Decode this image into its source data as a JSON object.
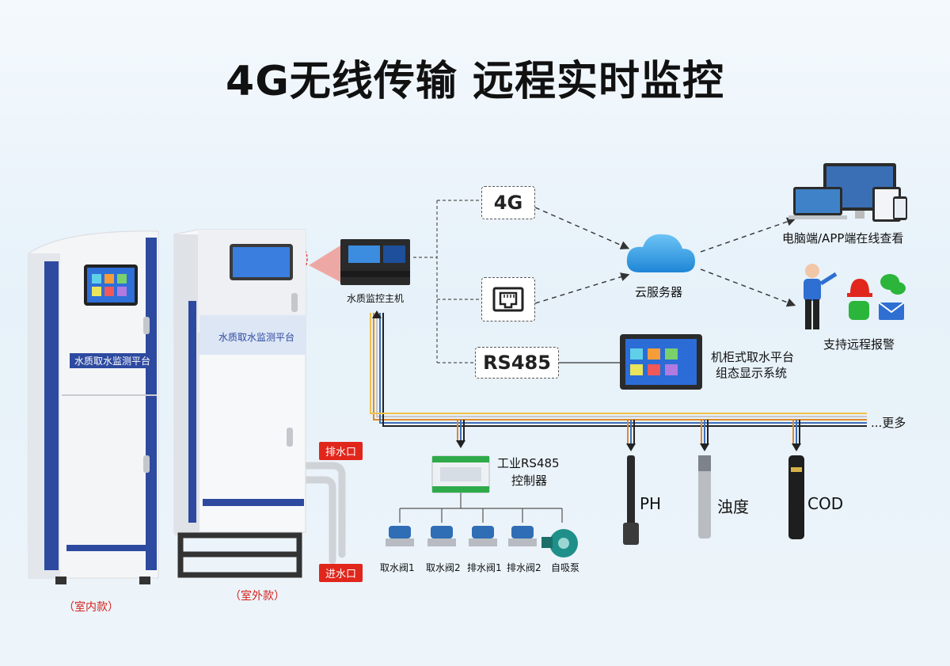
{
  "title": "4G无线传输 远程实时监控",
  "cabinets": {
    "indoor": {
      "panel_label": "水质取水监测平台",
      "caption": "（室内款）"
    },
    "outdoor": {
      "panel_label": "水质取水监测平台",
      "caption": "（室外款）"
    },
    "drain_tag": "排水口",
    "inlet_tag": "进水口"
  },
  "host": {
    "label": "水质监控主机"
  },
  "channels": {
    "net_4g": "4G",
    "rs485": "RS485"
  },
  "cloud": {
    "label": "云服务器"
  },
  "clients": {
    "pc_app": "电脑端/APP端在线查看",
    "alarm": "支持远程报警"
  },
  "display": {
    "label_line1": "机柜式取水平台",
    "label_line2": "组态显示系统"
  },
  "controller": {
    "label_line1": "工业RS485",
    "label_line2": "控制器"
  },
  "devices": [
    "取水阀1",
    "取水阀2",
    "排水阀1",
    "排水阀2",
    "自吸泵"
  ],
  "sensors": [
    "PH",
    "浊度",
    "COD"
  ],
  "more": "...更多",
  "colors": {
    "cabinet_blue": "#2d4aa0",
    "alarm_red": "#e1261c",
    "wechat_green": "#2bb53a",
    "mail_blue": "#2f6fd1"
  }
}
